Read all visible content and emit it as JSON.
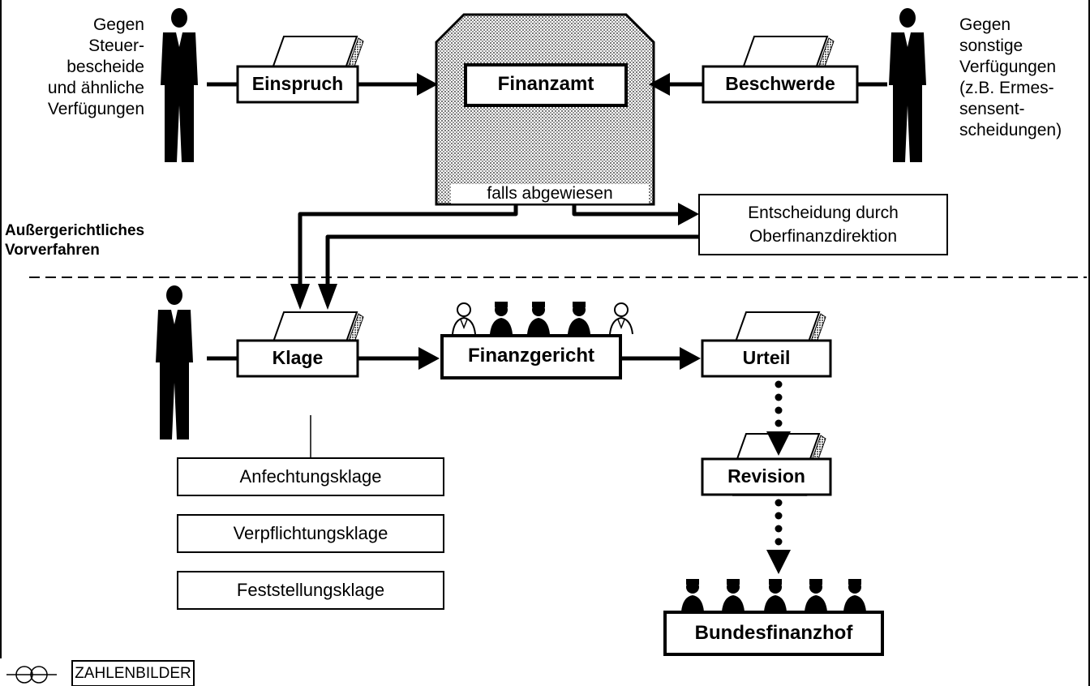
{
  "title_texts": {
    "left_party_text": [
      "Gegen",
      "Steuer-",
      "bescheide",
      "und ähnliche",
      "Verfügungen"
    ],
    "right_party_text": [
      "Gegen",
      "sonstige",
      "Verfügungen",
      "(z.B. Ermes-",
      "sensent-",
      "scheidungen)"
    ]
  },
  "nodes": {
    "einspruch": "Einspruch",
    "finanzamt": "Finanzamt",
    "beschwerde": "Beschwerde",
    "falls_abgewiesen": "falls abgewiesen",
    "ofd": [
      "Entscheidung durch",
      "Oberfinanzdirektion"
    ],
    "vorverfahren": [
      "Außergerichtliches",
      "Vorverfahren"
    ],
    "klage": "Klage",
    "finanzgericht": "Finanzgericht",
    "urteil": "Urteil",
    "revision": "Revision",
    "bundesfinanzhof": "Bundesfinanzhof",
    "klagearten": [
      "Anfechtungsklage",
      "Verpflichtungsklage",
      "Feststellungsklage"
    ]
  },
  "brand": {
    "name": "ZAHLENBILDER",
    "icon": "globe-logo-icon"
  }
}
